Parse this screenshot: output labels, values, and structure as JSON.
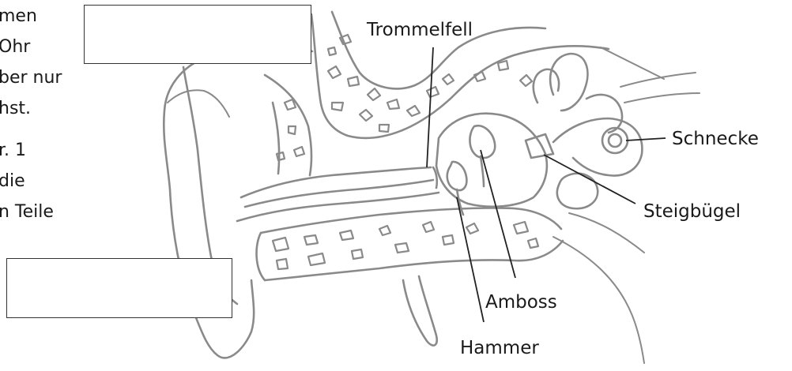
{
  "intro_text": {
    "lines": [
      "men",
      "Ohr",
      "ber nur",
      "hst.",
      "r. 1",
      "die",
      "n Teile"
    ]
  },
  "labels": {
    "trommelfell": "Trommelfell",
    "schnecke": "Schnecke",
    "steigbuegel": "Steigbügel",
    "amboss": "Amboss",
    "hammer": "Hammer"
  },
  "answer_boxes": {
    "top": "",
    "bottom": ""
  }
}
